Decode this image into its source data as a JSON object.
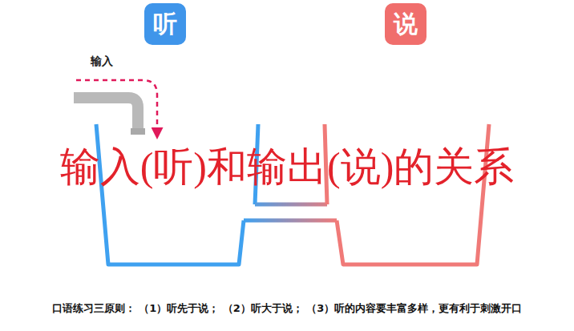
{
  "diagram": {
    "title": "输入(听)和输出(说)的关系",
    "caption": "口语练习三原则： （1）听先于说； （2）听大于说； （3）听的内容要丰富多样，更有利于刺激开口",
    "nodes": [
      {
        "text": [
          "听"
        ]
      },
      {
        "text": [
          "说"
        ]
      }
    ],
    "labels": [
      "输入"
    ]
  }
}
